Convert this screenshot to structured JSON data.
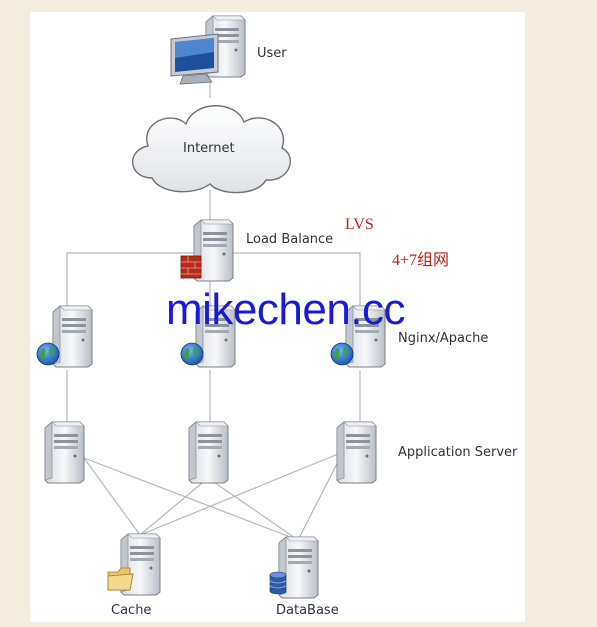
{
  "labels": {
    "user": "User",
    "internet": "Internet",
    "load_balance": "Load Balance",
    "nginx": "Nginx/Apache",
    "app_server": "Application Server",
    "cache": "Cache",
    "database": "DataBase"
  },
  "annotations": {
    "lvs": "LVS",
    "layer": "4+7组网"
  },
  "watermark": "mikechen.cc"
}
